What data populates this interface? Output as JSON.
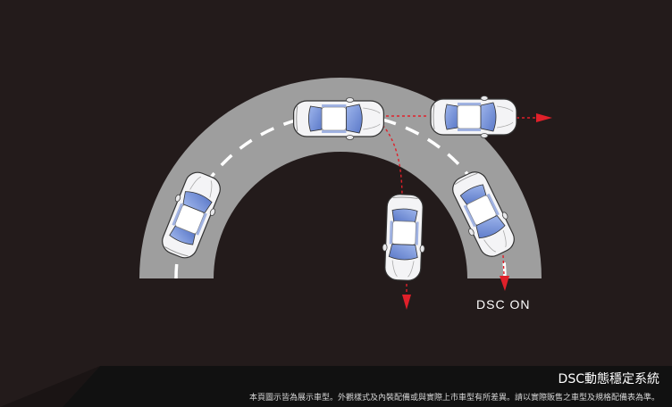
{
  "diagram": {
    "road_color": "#9e9e9e",
    "lane_line_color": "#ffffff",
    "path_color": "#e0202a",
    "background_color": "#231b1b",
    "car_body_color": "#f4f4f6",
    "car_glass_color": "#6f8fd8",
    "label": "DSC  ON"
  },
  "footer": {
    "title": "DSC動態穩定系統",
    "disclaimer": "本頁圖示皆為展示車型。外觀樣式及內裝配備或與實際上市車型有所差異。請以實際販售之車型及規格配備表為準。"
  }
}
